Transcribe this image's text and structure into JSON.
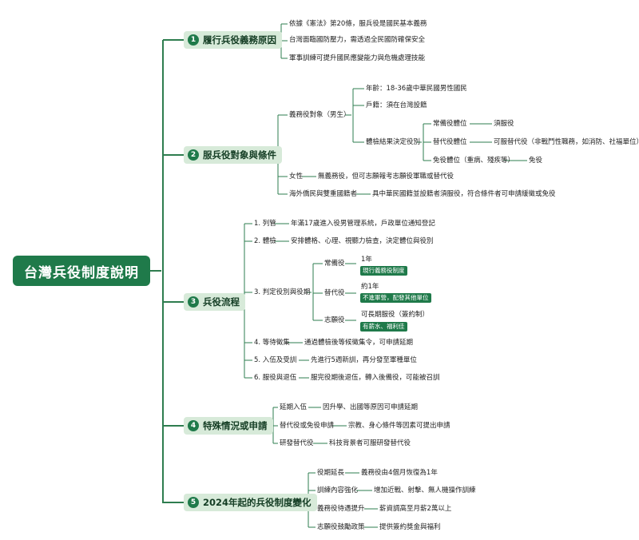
{
  "title": "台灣兵役制度說明",
  "sections": [
    {
      "num": "1",
      "label": "履行兵役義務原因",
      "items": [
        "依據《憲法》第20條，服兵役是國民基本義務",
        "台灣面臨國防壓力，需透過全民國防確保安全",
        "軍事訓練可提升國民應變能力與危機處理技能"
      ]
    },
    {
      "num": "2",
      "label": "服兵役對象與條件",
      "obligation": "義務役對象（男生）",
      "age": "年齡：18-36歲中華民國男性國民",
      "registry": "戶籍：須在台灣設籍",
      "medical": "體檢結果決定役別",
      "regular_fit": "常備役體位",
      "regular_fit_result": "須服役",
      "substitute_fit": "替代役體位",
      "substitute_fit_result": "可服替代役（非戰鬥性職務，如消防、社福單位）。",
      "exempt_fit": "免役體位（重病、殘疾等）",
      "exempt_fit_result": "免役",
      "female": "女性",
      "female_desc": "無義務役，但可志願報考志願役軍職或替代役",
      "overseas": "海外僑民與雙重國籍者",
      "overseas_desc": "具中華民國籍並設籍者須服役，符合條件者可申請緩徵或免役"
    },
    {
      "num": "3",
      "label": "兵役流程",
      "step1": "1. 列管",
      "step1_desc": "年滿17歲進入役男管理系統，戶政單位通知登記",
      "step2": "2. 體檢",
      "step2_desc": "安排體格、心理、視聽力檢查，決定體位與役別",
      "step3": "3. 判定役別與役期",
      "regular": "常備役",
      "regular_period": "1年",
      "regular_tag": "現行義務役制度",
      "substitute": "替代役",
      "substitute_period": "約1年",
      "substitute_tag": "不進軍營，配發其他單位",
      "volunteer": "志願役",
      "volunteer_period": "可長期服役（簽約制）",
      "volunteer_tag": "有薪水、福利佳",
      "step4": "4. 等待徵集",
      "step4_desc": "通過體檢後等候徵集令，可申請延期",
      "step5": "5. 入伍及受訓",
      "step5_desc": "先進行5週新訓，再分發至軍種單位",
      "step6": "6. 服役與退伍",
      "step6_desc": "服完役期後退伍，轉入後備役，可能被召訓"
    },
    {
      "num": "4",
      "label": "特殊情況或申請",
      "items": [
        {
          "k": "延期入伍",
          "v": "因升學、出國等原因可申請延期"
        },
        {
          "k": "替代役或免役申請",
          "v": "宗教、身心條件等因素可提出申請"
        },
        {
          "k": "研發替代役",
          "v": "科技背景者可服研發替代役"
        }
      ]
    },
    {
      "num": "5",
      "label": "2024年起的兵役制度變化",
      "items": [
        {
          "k": "役期延長",
          "v": "義務役由4個月恢復為1年"
        },
        {
          "k": "訓練內容強化",
          "v": "增加近戰、射擊、無人機操作訓練"
        },
        {
          "k": "義務役待遇提升",
          "v": "薪資調高至月薪2萬以上"
        },
        {
          "k": "志願役鼓勵政策",
          "v": "提供簽約獎金與福利"
        }
      ]
    }
  ],
  "colors": {
    "accent": "#1f7a4a",
    "branch_bg": "#d7ead9",
    "line": "#2e7d4f"
  }
}
